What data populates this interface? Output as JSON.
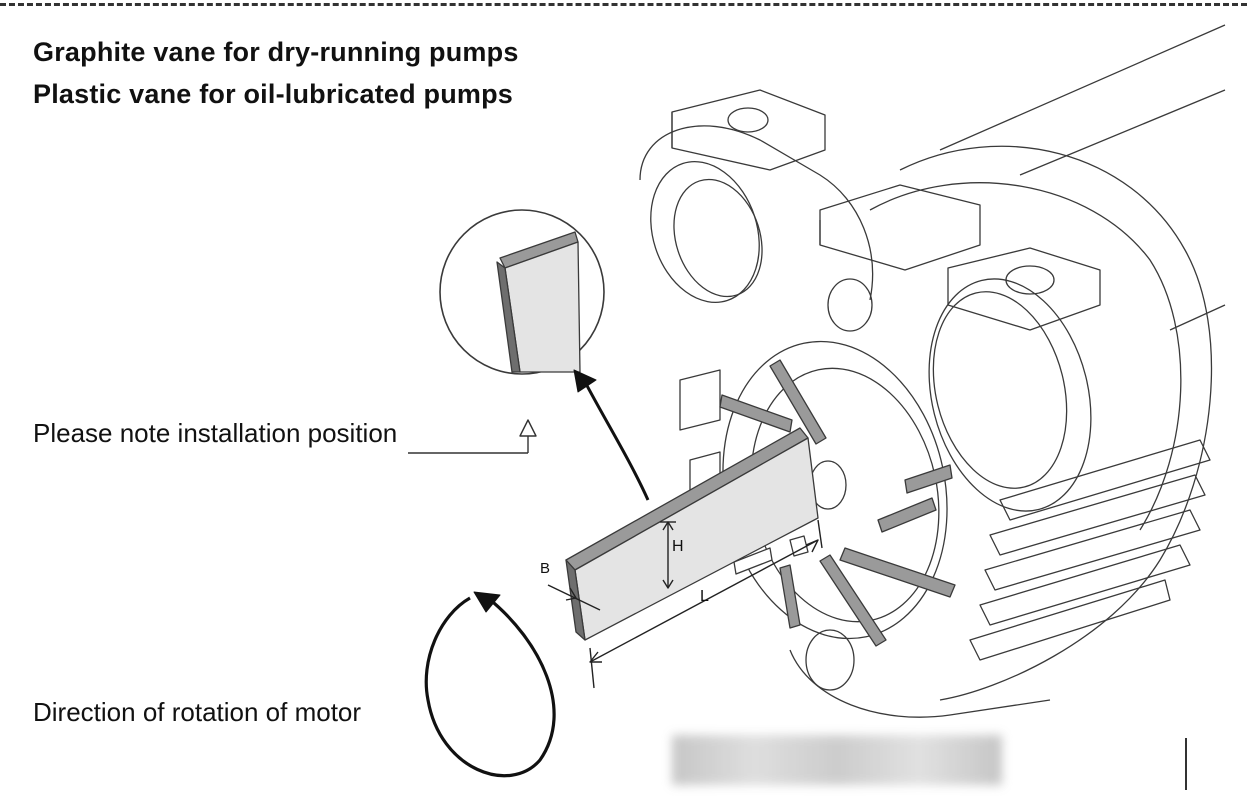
{
  "headings": {
    "line1": "Graphite vane for dry-running pumps",
    "line2": "Plastic vane for oil-lubricated pumps"
  },
  "labels": {
    "installation": "Please note installation position",
    "rotation": "Direction of rotation of motor"
  },
  "dimensions": {
    "height": "H",
    "width": "B",
    "length": "L"
  },
  "colors": {
    "line": "#3a3a3a",
    "vane_face": "#e4e4e4",
    "vane_edge": "#6e6e6e",
    "vane_top": "#9a9a9a"
  }
}
